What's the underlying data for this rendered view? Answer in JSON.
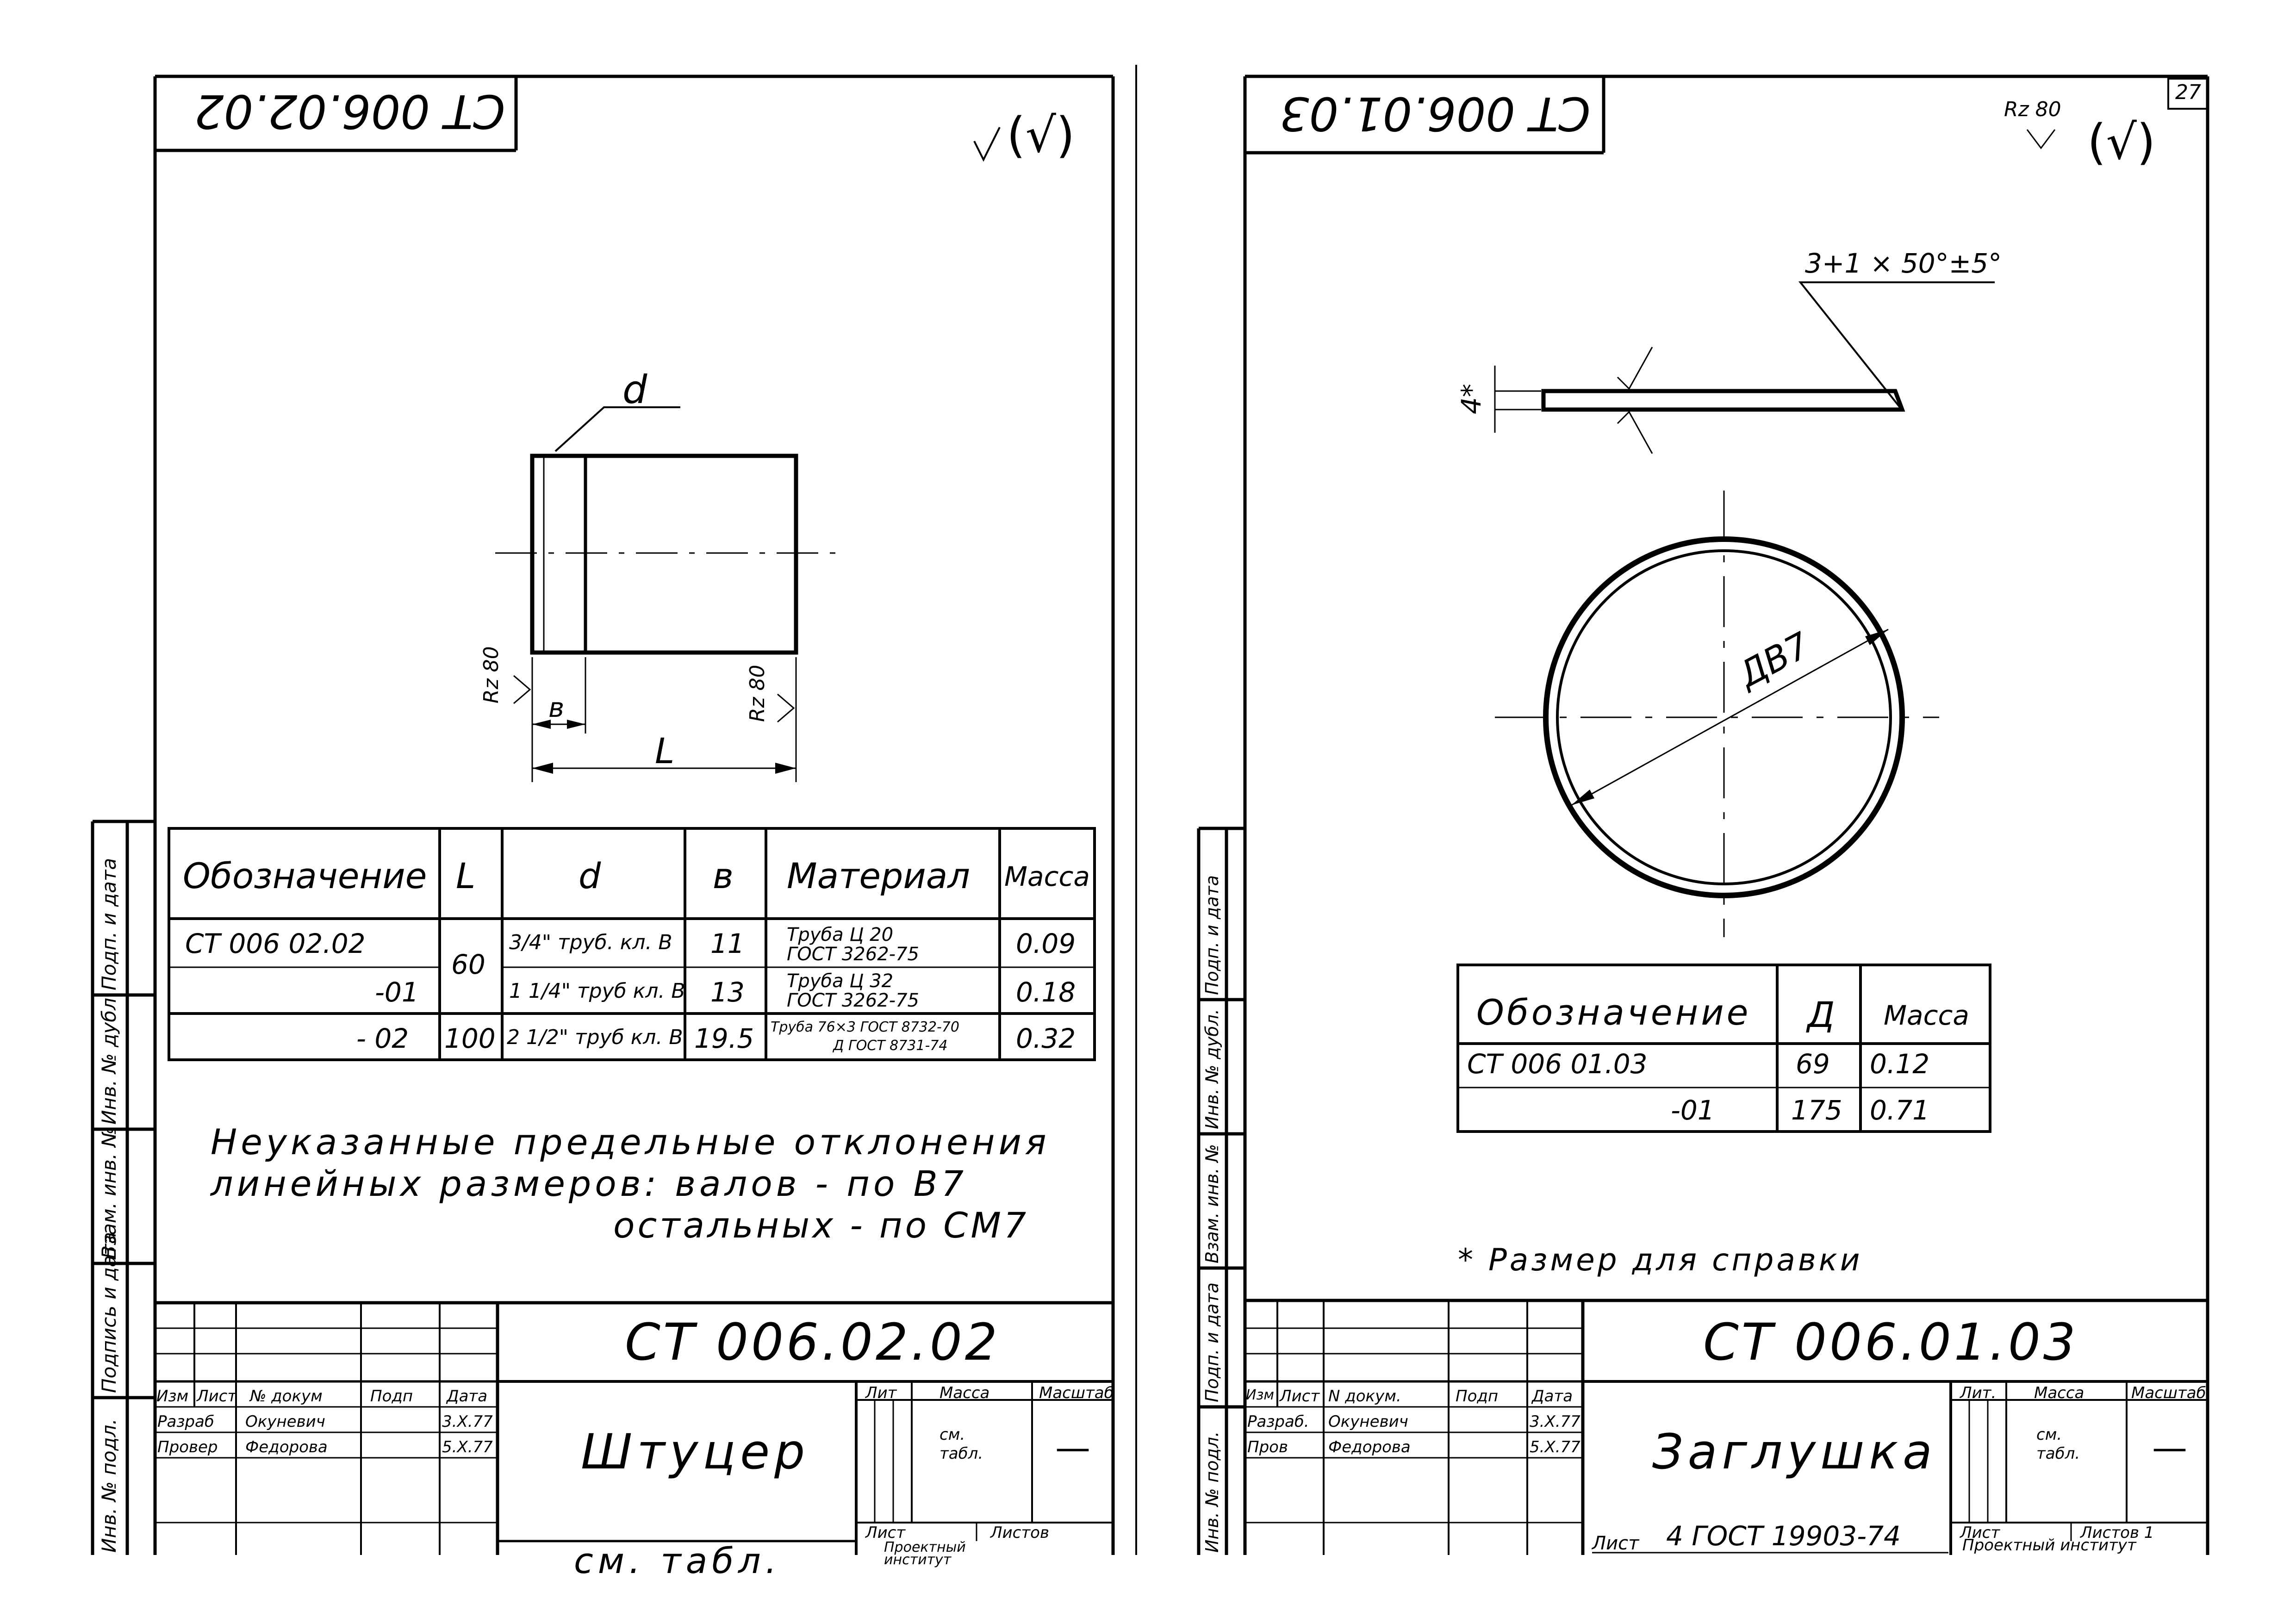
{
  "left": {
    "stamp_rotated": "СТ 006.02.02",
    "roughness": "(√)",
    "labels": {
      "d": "d",
      "b": "в",
      "L": "L",
      "rz": "Rz 80"
    },
    "table": {
      "headers": [
        "Обозначение",
        "L",
        "d",
        "в",
        "Материал",
        "Масса"
      ],
      "rows": [
        {
          "code": "СТ 006 02.02",
          "L": "60",
          "d": "3/4\" труб. кл. В",
          "b": "11",
          "material_1": "Труба Ц 20",
          "material_2": "ГОСТ 3262-75",
          "mass": "0.09"
        },
        {
          "code": "-01",
          "L": "",
          "d": "1 1/4\" труб кл. В",
          "b": "13",
          "material_1": "Труба Ц 32",
          "material_2": "ГОСТ 3262-75",
          "mass": "0.18"
        },
        {
          "code": "- 02",
          "L": "100",
          "d": "2 1/2\" труб кл. В",
          "b": "19.5",
          "material_1": "Труба 76×3 ГОСТ 8732-70",
          "material_2": "Д ГОСТ 8731-74",
          "mass": "0.32"
        }
      ]
    },
    "notes": [
      "Неуказанные предельные отклонения",
      "линейных размеров: валов - по B7",
      "остальных - по СМ7"
    ],
    "title_block": {
      "designation": "СТ 006.02.02",
      "name": "Штуцер",
      "headers": [
        "Изм",
        "Лист",
        "№ докум",
        "Подп",
        "Дата"
      ],
      "rows": [
        {
          "role": "Разраб",
          "person": "Окуневич",
          "date": "3.X.77"
        },
        {
          "role": "Провер",
          "person": "Федорова",
          "date": "5.X.77"
        }
      ],
      "lit": "Лит",
      "mass_label": "Масса",
      "scale_label": "Масштаб",
      "mass_value": "см. табл.",
      "scale_value": "—",
      "sheet": "Лист",
      "sheets": "Листов",
      "org": "Проектный институт",
      "bottom": "см. табл."
    },
    "side_labels": [
      "Инв. № подл.",
      "Подпись и дата",
      "Взам. инв. №",
      "Инв. № дубл.",
      "Подп. и дата"
    ]
  },
  "right": {
    "stamp_rotated": "СТ 006.01.03",
    "page_number": "27",
    "roughness_rz": "Rz 80",
    "roughness": "(√)",
    "chamfer": "3+1 × 50°±5°",
    "dim_thickness": "4*",
    "dim_diameter": "ДB7",
    "table": {
      "headers": [
        "Обозначение",
        "Д",
        "Масса"
      ],
      "rows": [
        {
          "code": "СТ 006 01.03",
          "D": "69",
          "mass": "0.12"
        },
        {
          "code": "-01",
          "D": "175",
          "mass": "0.71"
        }
      ]
    },
    "note": "* Размер для справки",
    "title_block": {
      "designation": "СТ 006.01.03",
      "name": "Заглушка",
      "headers": [
        "Изм",
        "Лист",
        "N докум.",
        "Подп",
        "Дата"
      ],
      "rows": [
        {
          "role": "Разраб.",
          "person": "Окуневич",
          "date": "3.X.77"
        },
        {
          "role": "Пров",
          "person": "Федорова",
          "date": "5.X.77"
        }
      ],
      "lit": "Лит.",
      "mass_label": "Масса",
      "scale_label": "Масштаб",
      "mass_value": "см. табл.",
      "scale_value": "—",
      "sheet": "Лист",
      "sheets": "Листов 1",
      "org": "Проектный институт",
      "ref_sheet": "Лист",
      "ref_std": "4 ГОСТ 19903-74"
    },
    "side_labels": [
      "Инв. № подл.",
      "Подп. и дата",
      "Взам. инв. №",
      "Инв. № дубл.",
      "Подп. и дата"
    ]
  }
}
